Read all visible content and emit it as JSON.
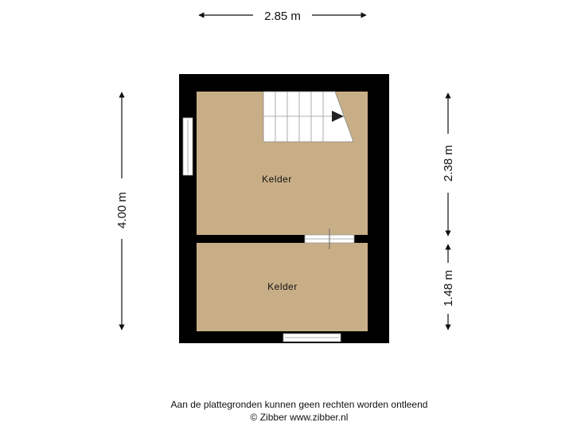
{
  "dimensions": {
    "top_width": "2.85 m",
    "left_height": "4.00 m",
    "right_upper": "2.38 m",
    "right_lower": "1.48 m"
  },
  "rooms": [
    {
      "label": "Kelder"
    },
    {
      "label": "Kelder"
    }
  ],
  "colors": {
    "wall": "#000000",
    "floor": "#c8ae87",
    "stairs": "#ffffff",
    "background": "#ffffff"
  },
  "footer": {
    "disclaimer": "Aan de plattegronden kunnen geen rechten worden ontleend",
    "credit": "© Zibber www.zibber.nl"
  }
}
